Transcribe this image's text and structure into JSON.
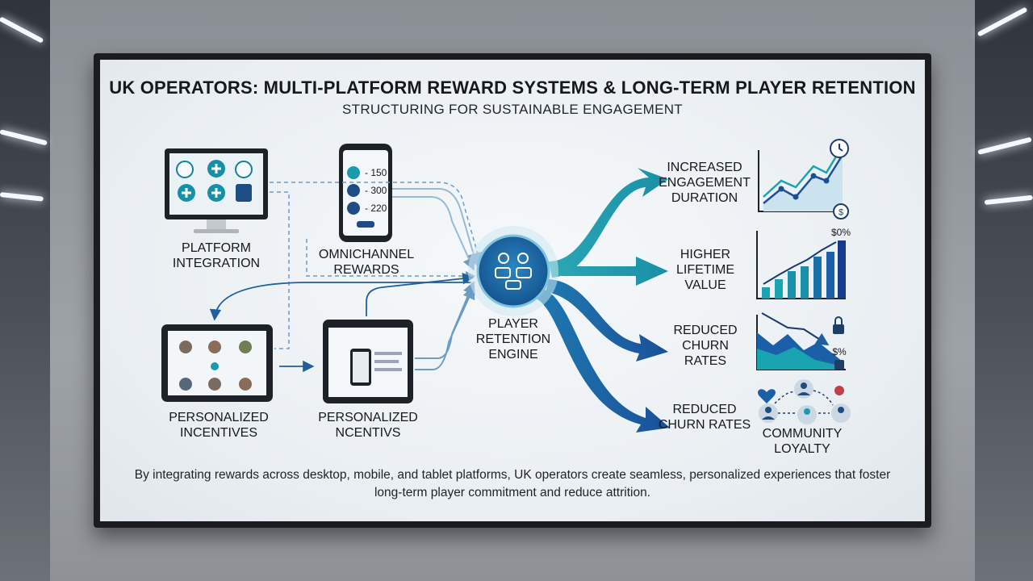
{
  "title": "UK OPERATORS: MULTI-PLATFORM REWARD SYSTEMS & LONG-TERM PLAYER RETENTION",
  "subtitle": "STRUCTURING FOR SUSTAINABLE ENGAGEMENT",
  "inputs": {
    "platform_integration": "PLATFORM\nINTEGRATION",
    "omnichannel_rewards": "OMNICHANNEL\nREWARDS",
    "personalized_incentives_1": "PERSONALIZED\nINCENTIVES",
    "personalized_incentives_2": "PERSONALIZED\nNCENTIVS"
  },
  "phone_values": [
    "- 150",
    "- 300",
    "- 220"
  ],
  "engine": "PLAYER\nRETENTION\nENGINE",
  "outputs": {
    "engagement": "INCREASED\nENGAGEMENT\nDURATION",
    "lifetime": "HIGHER\nLIFETIME\nVALUE",
    "churn_1": "REDUCED\nCHURN\nRATES",
    "churn_2": "REDUCED\nCHURN RATES",
    "community": "COMMUNITY\nLOYALTY"
  },
  "chart_badges": {
    "lifetime": "$0%",
    "churn": "$%"
  },
  "footer": "By integrating rewards across desktop, mobile, and tablet platforms, UK operators create seamless, personalized experiences that foster long-term player commitment and reduce attrition.",
  "colors": {
    "teal": "#1fa3b0",
    "blue": "#1a5fa8",
    "navy": "#173a6b",
    "engine": "#1f6fa8"
  }
}
